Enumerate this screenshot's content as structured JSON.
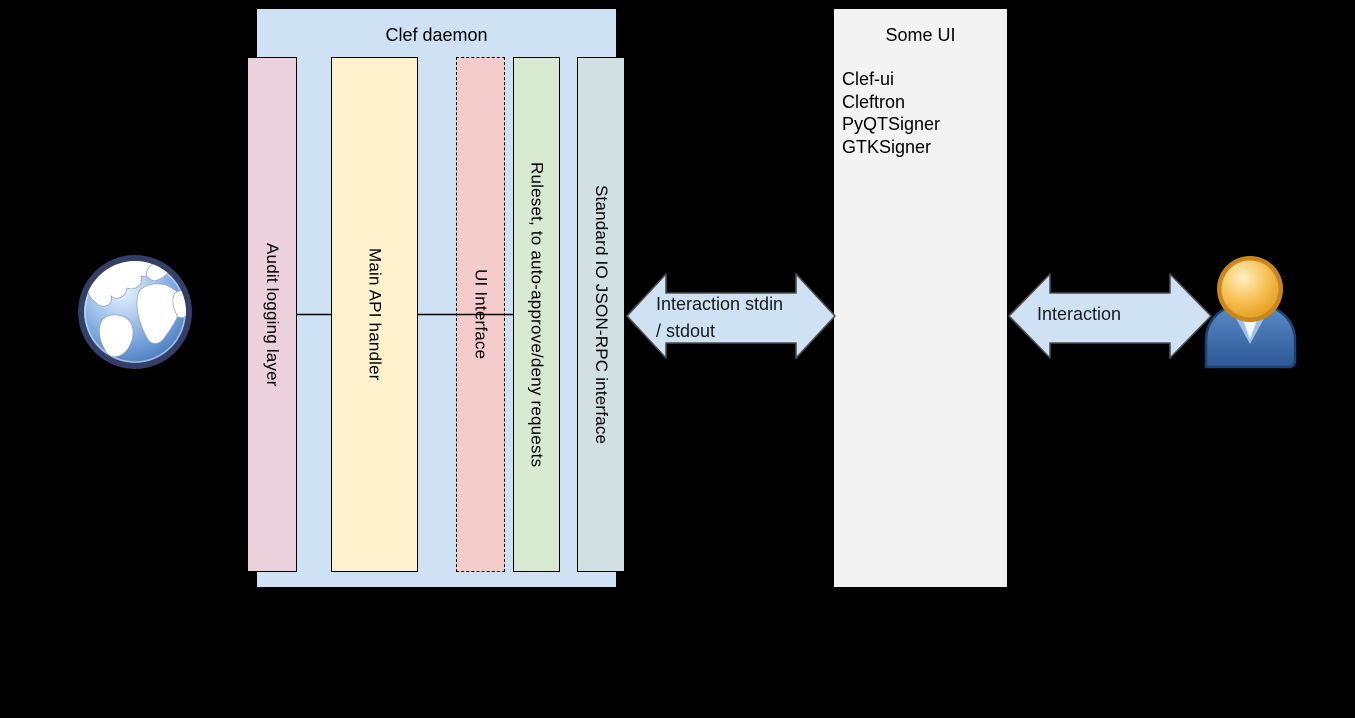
{
  "clef_daemon": {
    "title": "Clef daemon",
    "fill": "#cfe2f3",
    "columns": [
      {
        "id": "audit-logging-layer",
        "label": "Audit logging layer",
        "fill": "#ead1dc",
        "border": "solid"
      },
      {
        "id": "main-api-handler",
        "label": "Main API handler",
        "fill": "#fff2cc",
        "border": "solid"
      },
      {
        "id": "ui-interface",
        "label": "UI Interface",
        "fill": "#f4cccc",
        "border": "dashed"
      },
      {
        "id": "ruleset",
        "label": "Ruleset, to auto-approve/deny requests",
        "fill": "#d9ead3",
        "border": "solid"
      },
      {
        "id": "stdio-jsonrpc",
        "label": "Standard IO JSON-RPC interface",
        "fill": "#d0e0e3",
        "border": "solid"
      }
    ]
  },
  "some_ui": {
    "title": "Some UI",
    "fill": "#f3f3f3",
    "items": {
      "0": "Clef-ui",
      "1": "Cleftron",
      "2": "PyQTSigner",
      "3": "GTKSigner"
    }
  },
  "connectors": {
    "left_arrow": {
      "label_line1": "Interaction stdin",
      "label_line2": "/ stdout",
      "fill": "#cfe2f3",
      "stroke": "#4d4d4d"
    },
    "right_arrow": {
      "label": "Interaction",
      "fill": "#cfe2f3",
      "stroke": "#4d4d4d"
    }
  },
  "icons": {
    "left": "globe-icon (internet / external requests)",
    "right": "user-icon (human operator)"
  }
}
